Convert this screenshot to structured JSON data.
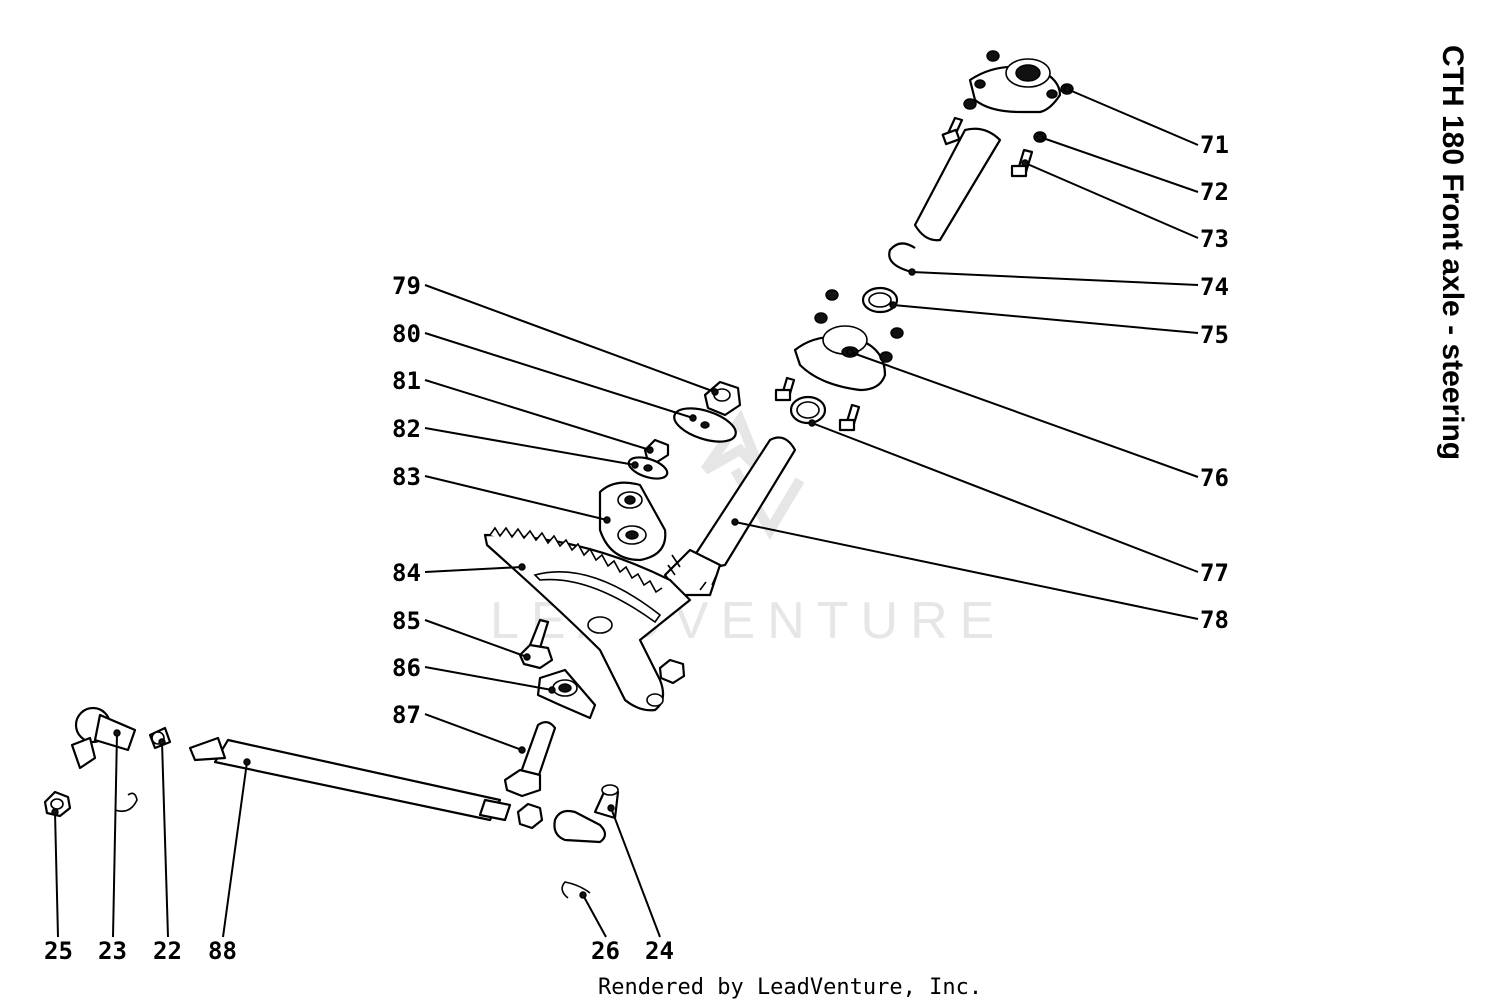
{
  "title": "CTH 180 Front axle - steering",
  "footer": "Rendered by LeadVenture, Inc.",
  "watermark": "LEADVENTURE",
  "callouts": {
    "c71": "71",
    "c72": "72",
    "c73": "73",
    "c74": "74",
    "c75": "75",
    "c76": "76",
    "c77": "77",
    "c78": "78",
    "c79": "79",
    "c80": "80",
    "c81": "81",
    "c82": "82",
    "c83": "83",
    "c84": "84",
    "c85": "85",
    "c86": "86",
    "c87": "87",
    "c25": "25",
    "c23": "23",
    "c22": "22",
    "c88": "88",
    "c26": "26",
    "c24": "24"
  }
}
